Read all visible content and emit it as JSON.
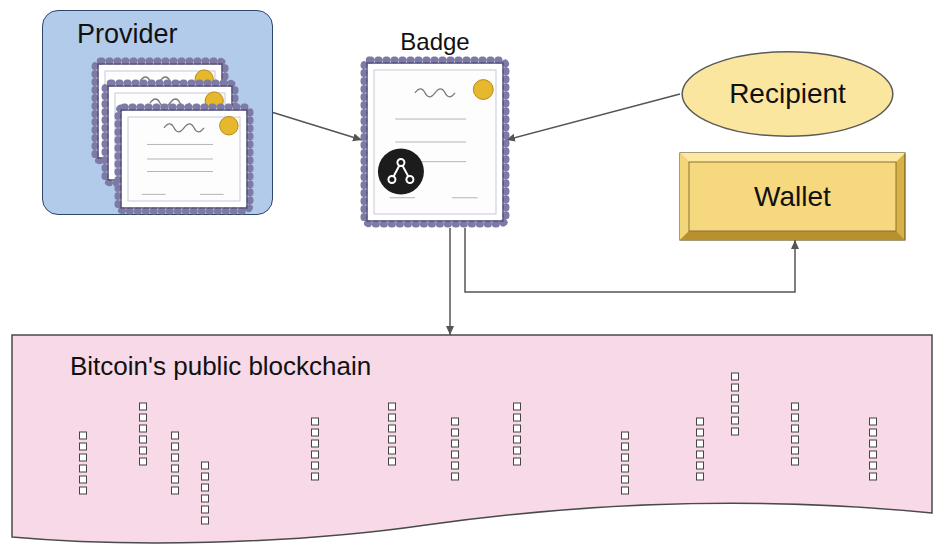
{
  "diagram": {
    "nodes": [
      {
        "text": [
          "Provider"
        ]
      },
      {
        "text": [
          "Badge"
        ]
      },
      {
        "text": [
          "Recipient"
        ]
      },
      {
        "text": [
          "Wallet"
        ]
      },
      {
        "text": [
          "Bitcoin's public blockchain"
        ]
      }
    ],
    "edges": [
      {
        "from": 0,
        "to": 1,
        "arrow": "to"
      },
      {
        "from": 2,
        "to": 1,
        "arrow": "to"
      },
      {
        "from": 1,
        "to": 4,
        "arrow": "to"
      },
      {
        "from": 1,
        "to": 3,
        "arrow": "to"
      }
    ]
  }
}
